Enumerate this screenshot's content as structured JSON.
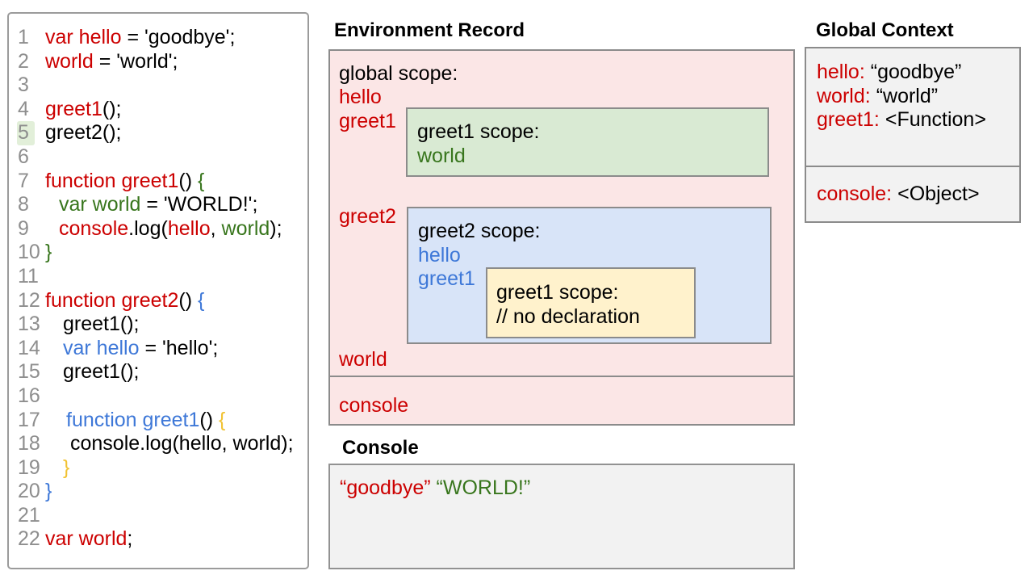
{
  "colors": {
    "keyword_red": "#cc0000",
    "scope_green": "#38761d",
    "scope_blue": "#3e78d8",
    "scope_yellow": "#f1c232",
    "text_black": "#000000",
    "global_scope_bg": "#fbe6e6",
    "greet1_scope_bg": "#d9ead3",
    "greet2_scope_bg": "#d8e4f8",
    "inner_greet1_scope_bg": "#fff2cc",
    "panel_gray_bg": "#f2f2f2",
    "current_line_highlight": "#e2efd9",
    "line_number_gray": "#8e8e8e"
  },
  "code_editor": {
    "current_line": 5,
    "lines": [
      {
        "num": "1",
        "indent": 0,
        "highlight": false,
        "tokens": [
          [
            "var hello",
            "red"
          ],
          [
            " = 'goodbye';",
            "black"
          ]
        ]
      },
      {
        "num": "2",
        "indent": 0,
        "highlight": false,
        "tokens": [
          [
            "world",
            "red"
          ],
          [
            " = 'world';",
            "black"
          ]
        ]
      },
      {
        "num": "3",
        "indent": 0,
        "highlight": false,
        "tokens": []
      },
      {
        "num": "4",
        "indent": 0,
        "highlight": false,
        "tokens": [
          [
            "greet1",
            "red"
          ],
          [
            "();",
            "black"
          ]
        ]
      },
      {
        "num": "5",
        "indent": 0,
        "highlight": true,
        "tokens": [
          [
            "greet2();",
            "black"
          ]
        ]
      },
      {
        "num": "6",
        "indent": 0,
        "highlight": false,
        "tokens": []
      },
      {
        "num": "7",
        "indent": 0,
        "highlight": false,
        "tokens": [
          [
            "function greet1",
            "red"
          ],
          [
            "() ",
            "black"
          ],
          [
            "{",
            "green"
          ]
        ]
      },
      {
        "num": "8",
        "indent": 17,
        "highlight": false,
        "tokens": [
          [
            "var world",
            "green"
          ],
          [
            " = 'WORLD!';",
            "black"
          ]
        ]
      },
      {
        "num": "9",
        "indent": 17,
        "highlight": false,
        "tokens": [
          [
            "console",
            "red"
          ],
          [
            ".log(",
            "black"
          ],
          [
            "hello",
            "red"
          ],
          [
            ", ",
            "black"
          ],
          [
            "world",
            "green"
          ],
          [
            ");",
            "black"
          ]
        ]
      },
      {
        "num": "10",
        "indent": 0,
        "highlight": false,
        "tokens": [
          [
            "}",
            "green"
          ]
        ]
      },
      {
        "num": "11",
        "indent": 0,
        "highlight": false,
        "tokens": []
      },
      {
        "num": "12",
        "indent": 0,
        "highlight": false,
        "tokens": [
          [
            "function greet2",
            "red"
          ],
          [
            "() ",
            "black"
          ],
          [
            "{",
            "blue"
          ]
        ]
      },
      {
        "num": "13",
        "indent": 22,
        "highlight": false,
        "tokens": [
          [
            "greet1();",
            "black"
          ]
        ]
      },
      {
        "num": "14",
        "indent": 22,
        "highlight": false,
        "tokens": [
          [
            "var hello",
            "blue"
          ],
          [
            " = 'hello';",
            "black"
          ]
        ]
      },
      {
        "num": "15",
        "indent": 22,
        "highlight": false,
        "tokens": [
          [
            "greet1();",
            "black"
          ]
        ]
      },
      {
        "num": "16",
        "indent": 0,
        "highlight": false,
        "tokens": []
      },
      {
        "num": "17",
        "indent": 26,
        "highlight": false,
        "tokens": [
          [
            "function greet1",
            "blue"
          ],
          [
            "() ",
            "black"
          ],
          [
            "{",
            "yellow"
          ]
        ]
      },
      {
        "num": "18",
        "indent": 31,
        "highlight": false,
        "tokens": [
          [
            "console.log(hello, world);",
            "black"
          ]
        ]
      },
      {
        "num": "19",
        "indent": 22,
        "highlight": false,
        "tokens": [
          [
            "}",
            "yellow"
          ]
        ]
      },
      {
        "num": "20",
        "indent": 0,
        "highlight": false,
        "tokens": [
          [
            "}",
            "blue"
          ]
        ]
      },
      {
        "num": "21",
        "indent": 0,
        "highlight": false,
        "tokens": []
      },
      {
        "num": "22",
        "indent": 0,
        "highlight": false,
        "tokens": [
          [
            "var world",
            "red"
          ],
          [
            ";",
            "black"
          ]
        ]
      }
    ]
  },
  "environment_record": {
    "title": "Environment Record",
    "global_scope_label": "global scope:",
    "global_vars": {
      "hello": "hello",
      "greet1": "greet1",
      "greet2": "greet2",
      "world": "world"
    },
    "greet1_scope": {
      "label": "greet1 scope:",
      "vars": {
        "world": "world"
      }
    },
    "greet2_scope": {
      "label": "greet2 scope:",
      "vars": {
        "hello": "hello",
        "greet1": "greet1"
      },
      "inner_greet1_scope": {
        "label": "greet1 scope:",
        "comment": "// no declaration"
      }
    },
    "console_row_label": "console"
  },
  "console_panel": {
    "title": "Console",
    "output": [
      [
        "“goodbye”",
        "red"
      ],
      [
        " ",
        "black"
      ],
      [
        "“WORLD!”",
        "green"
      ]
    ]
  },
  "global_context": {
    "title": "Global Context",
    "sections": [
      {
        "entries": [
          {
            "name": "hello:",
            "value": "“goodbye”"
          },
          {
            "name": "world:",
            "value": "“world”"
          },
          {
            "name": "greet1:",
            "value": "<Function>"
          }
        ]
      },
      {
        "entries": [
          {
            "name": "console:",
            "value": "<Object>"
          }
        ]
      }
    ]
  }
}
